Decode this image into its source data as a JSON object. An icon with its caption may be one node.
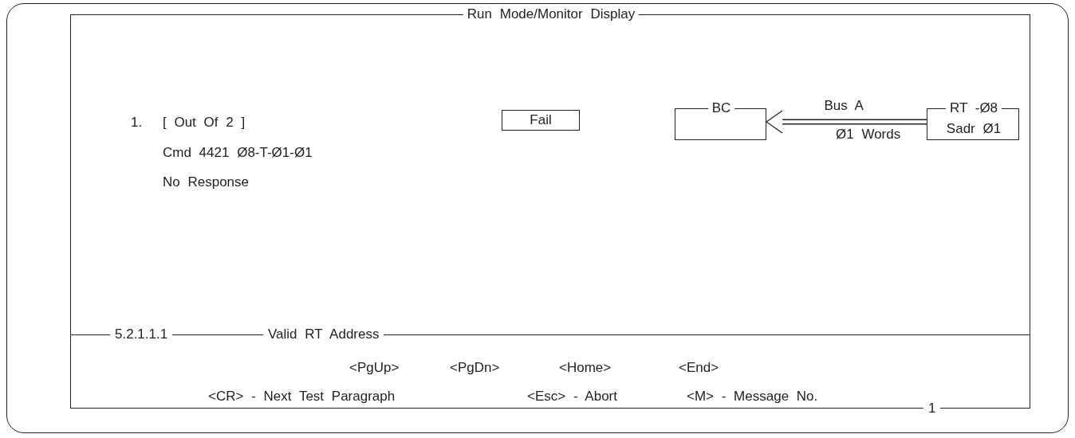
{
  "diagram": {
    "nodes": [
      {
        "text": [
          "Run Mode/Monitor Display"
        ]
      },
      {
        "text": [
          "Fail"
        ],
        "in": 0
      },
      {
        "text": [
          "BC"
        ],
        "in": 0
      },
      {
        "text": [
          "RT -Ø8",
          "Sadr Ø1"
        ],
        "in": 0
      }
    ],
    "edges": [
      {
        "from": 3,
        "to": 2,
        "arrow": "to",
        "label": "Bus A"
      }
    ],
    "labels": [
      "1.",
      "[ Out Of 2 ]",
      "Cmd 4421 Ø8-T-Ø1-Ø1",
      "No Response",
      "Ø1 Words",
      "5.2.1.1.1",
      "Valid RT Address",
      "<PgUp>",
      "<PgDn>",
      "<Home>",
      "<End>",
      "<CR> - Next Test Paragraph",
      "<Esc> - Abort",
      "<M> - Message No.",
      "1"
    ]
  }
}
